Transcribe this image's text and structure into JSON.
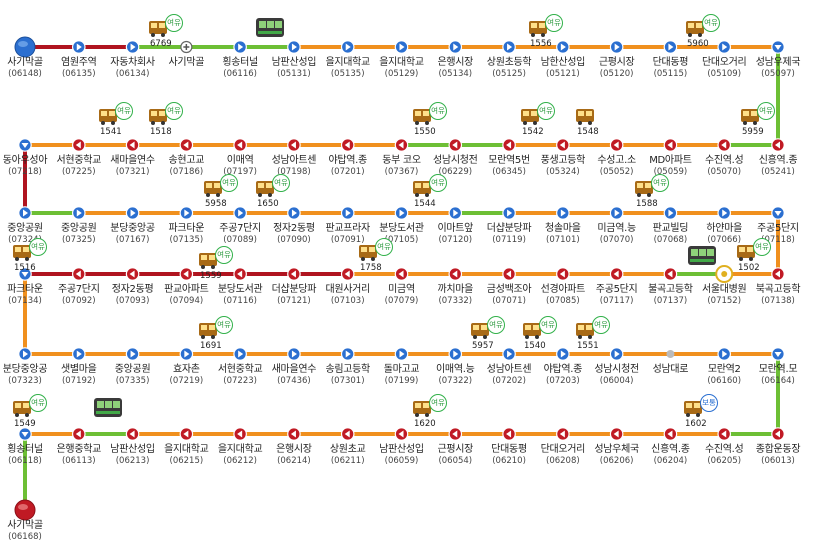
{
  "colors": {
    "red": "#b0141f",
    "green": "#6dbf35",
    "orange": "#f0901e",
    "blue": "#2b6fd0"
  },
  "stops": [
    {
      "name": "사기막골",
      "id": "(06148)"
    },
    {
      "name": "염원주역",
      "id": "(06135)"
    },
    {
      "name": "자동차회사",
      "id": "(06134)"
    },
    {
      "name": "사기막골",
      "id": ""
    },
    {
      "name": "횡송터널",
      "id": "(06116)"
    },
    {
      "name": "남판산성입",
      "id": "(05131)"
    },
    {
      "name": "을지대학교",
      "id": "(05135)"
    },
    {
      "name": "을지대학교",
      "id": "(05129)"
    },
    {
      "name": "은행시장",
      "id": "(05134)"
    },
    {
      "name": "상원초등학",
      "id": "(05125)"
    },
    {
      "name": "남한산성입",
      "id": "(05121)"
    },
    {
      "name": "근평시장",
      "id": "(05120)"
    },
    {
      "name": "단대동평",
      "id": "(05115)"
    },
    {
      "name": "단대오거리",
      "id": "(05109)"
    },
    {
      "name": "성남우제국",
      "id": "(05097)"
    },
    {
      "name": "신흥역.종",
      "id": "(05241)"
    },
    {
      "name": "수진역.성",
      "id": "(05070)"
    },
    {
      "name": "MD아파트",
      "id": "(05059)"
    },
    {
      "name": "수성고.소",
      "id": "(05052)"
    },
    {
      "name": "풍생고등학",
      "id": "(05324)"
    },
    {
      "name": "모란역5번",
      "id": "(06345)"
    },
    {
      "name": "성남시청전",
      "id": "(06229)"
    },
    {
      "name": "동부 코오",
      "id": "(07367)"
    },
    {
      "name": "야탑역.종",
      "id": "(07201)"
    },
    {
      "name": "성남아트센",
      "id": "(07198)"
    },
    {
      "name": "이매역",
      "id": "(07197)"
    },
    {
      "name": "송현고교",
      "id": "(07186)"
    },
    {
      "name": "새마을연수",
      "id": "(07321)"
    },
    {
      "name": "서현중학교",
      "id": "(07225)"
    },
    {
      "name": "동아우성아",
      "id": "(07218)"
    },
    {
      "name": "중앙공원",
      "id": "(07324)"
    },
    {
      "name": "중앙공원",
      "id": "(07325)"
    },
    {
      "name": "분당중앙공",
      "id": "(07167)"
    },
    {
      "name": "파크타운",
      "id": "(07135)"
    },
    {
      "name": "주공7단지",
      "id": "(07089)"
    },
    {
      "name": "정자2동평",
      "id": "(07090)"
    },
    {
      "name": "판교프라자",
      "id": "(07091)"
    },
    {
      "name": "분당도서관",
      "id": "(07105)"
    },
    {
      "name": "이마트앞",
      "id": "(07120)"
    },
    {
      "name": "더샵분당파",
      "id": "(07119)"
    },
    {
      "name": "청솔마을",
      "id": "(07101)"
    },
    {
      "name": "미금역.능",
      "id": "(07070)"
    },
    {
      "name": "판교빌딩",
      "id": "(07068)"
    },
    {
      "name": "하얀마을",
      "id": "(07066)"
    },
    {
      "name": "주공5단지",
      "id": "(07118)"
    },
    {
      "name": "북곡고등학",
      "id": "(07138)"
    },
    {
      "name": "서울대병원",
      "id": "(07152)"
    },
    {
      "name": "불곡고등학",
      "id": "(07137)"
    },
    {
      "name": "주공5단지",
      "id": "(07117)"
    },
    {
      "name": "선경아파트",
      "id": "(07085)"
    },
    {
      "name": "금성백조아",
      "id": "(07071)"
    },
    {
      "name": "까치마을",
      "id": "(07332)"
    },
    {
      "name": "미금역",
      "id": "(07079)"
    },
    {
      "name": "대원사거리",
      "id": "(07103)"
    },
    {
      "name": "더샵분당파",
      "id": "(07121)"
    },
    {
      "name": "분당도서관",
      "id": "(07116)"
    },
    {
      "name": "판교아파트",
      "id": "(07094)"
    },
    {
      "name": "정자2동평",
      "id": "(07093)"
    },
    {
      "name": "주공7단지",
      "id": "(07092)"
    },
    {
      "name": "파크타운",
      "id": "(07134)"
    },
    {
      "name": "분당중앙공",
      "id": "(07323)"
    },
    {
      "name": "샛별마을",
      "id": "(07192)"
    },
    {
      "name": "중앙공원",
      "id": "(07335)"
    },
    {
      "name": "효자촌",
      "id": "(07219)"
    },
    {
      "name": "서현중학교",
      "id": "(07223)"
    },
    {
      "name": "새마을연수",
      "id": "(07436)"
    },
    {
      "name": "송림고등학",
      "id": "(07301)"
    },
    {
      "name": "돌마고교",
      "id": "(07199)"
    },
    {
      "name": "이매역.능",
      "id": "(07322)"
    },
    {
      "name": "성남아트센",
      "id": "(07202)"
    },
    {
      "name": "야탑역.종",
      "id": "(07203)"
    },
    {
      "name": "성남시청전",
      "id": "(06004)"
    },
    {
      "name": "성남대로",
      "id": ""
    },
    {
      "name": "모란역2",
      "id": "(06160)"
    },
    {
      "name": "모란역.모",
      "id": "(06164)"
    },
    {
      "name": "종합운동장",
      "id": "(06013)"
    },
    {
      "name": "수진역.성",
      "id": "(06205)"
    },
    {
      "name": "신흥역.종",
      "id": "(06204)"
    },
    {
      "name": "성남우체국",
      "id": "(06206)"
    },
    {
      "name": "단대오거리",
      "id": "(06208)"
    },
    {
      "name": "단대동평",
      "id": "(06210)"
    },
    {
      "name": "근평시장",
      "id": "(06054)"
    },
    {
      "name": "남판산성입",
      "id": "(06059)"
    },
    {
      "name": "상원초교",
      "id": "(06211)"
    },
    {
      "name": "은행시장",
      "id": "(06214)"
    },
    {
      "name": "을지대학교",
      "id": "(06212)"
    },
    {
      "name": "을지대학교",
      "id": "(06215)"
    },
    {
      "name": "남판산성입",
      "id": "(06213)"
    },
    {
      "name": "은행중학교",
      "id": "(06113)"
    },
    {
      "name": "횡송터널",
      "id": "(06118)"
    },
    {
      "name": "사기막골",
      "id": "(06168)"
    }
  ],
  "buses": [
    {
      "num": "6769",
      "badge": "여유"
    },
    {
      "num": "1556",
      "badge": "여유"
    },
    {
      "num": "5960",
      "badge": "여유"
    },
    {
      "num": "1541",
      "badge": "여유"
    },
    {
      "num": "1518",
      "badge": "여유"
    },
    {
      "num": "1550",
      "badge": "여유"
    },
    {
      "num": "1542",
      "badge": "여유"
    },
    {
      "num": "1548",
      "badge": ""
    },
    {
      "num": "5959",
      "badge": "여유"
    },
    {
      "num": "5958",
      "badge": "여유"
    },
    {
      "num": "1650",
      "badge": "여유"
    },
    {
      "num": "1544",
      "badge": "여유"
    },
    {
      "num": "1588",
      "badge": "여유"
    },
    {
      "num": "1516",
      "badge": "여유"
    },
    {
      "num": "1559",
      "badge": "여유"
    },
    {
      "num": "1758",
      "badge": "여유"
    },
    {
      "num": "1502",
      "badge": "여유"
    },
    {
      "num": "1691",
      "badge": "여유"
    },
    {
      "num": "5957",
      "badge": "여유"
    },
    {
      "num": "1540",
      "badge": "여유"
    },
    {
      "num": "1551",
      "badge": "여유"
    },
    {
      "num": "1549",
      "badge": "여유"
    },
    {
      "num": "1620",
      "badge": "여유"
    },
    {
      "num": "1602",
      "badge": "보통"
    }
  ]
}
